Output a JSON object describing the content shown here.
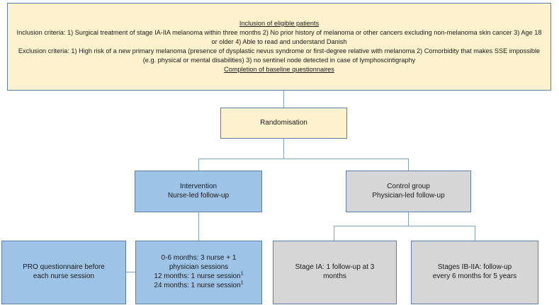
{
  "diagram": {
    "title": "Melanoma follow-up trial flow diagram",
    "colors": {
      "yellow_fill": "#fdf2cd",
      "blue_fill": "#9dc3e6",
      "gray_fill": "#d6d6d6",
      "border": "#5b7fa6",
      "connector": "#7f9fc4",
      "text": "#1a1a1a",
      "background": "#ffffff"
    },
    "nodes": {
      "criteria": {
        "heading": "Inclusion of eligible patients",
        "line_inclusion": "Inclusion criteria: 1) Surgical treatment of stage IA-IIA melanoma within three months 2) No prior history of melanoma or other cancers excluding non-melanoma skin cancer 3) Age 18 or older 4) Able to read and understand Danish",
        "line_exclusion": "Exclusion criteria: 1) High risk of a new primary melanoma (presence of dysplastic nevus syndrome or first-degree relative with melanoma 2) Comorbidity that makes SSE impossible (e.g. physical or mental disabilities) 3) no sentinel node detected in case of lymphoscintigraphy",
        "footer": "Completion of baseline questionnaires"
      },
      "randomisation": {
        "label": "Randomisation"
      },
      "intervention": {
        "line1": "Intervention",
        "line2": "Nurse-led follow-up"
      },
      "control": {
        "line1": "Control group",
        "line2": "Physician-led follow-up"
      },
      "pro_questionnaire": {
        "line1": "PRO questionnaire before",
        "line2": "each nurse session"
      },
      "nurse_sessions": {
        "line1": "0-6 months: 3 nurse + 1",
        "line2": "physician sessions",
        "line3_text": "12 months: 1 nurse session",
        "line3_sup": "1",
        "line4_text": "24 months: 1 nurse session",
        "line4_sup": "1"
      },
      "stage_ia": {
        "line1": "Stage IA: 1 follow-up at 3",
        "line2": "months"
      },
      "stage_ibiia": {
        "line1": "Stages IB-IIA: follow-up",
        "line2": "every 6 months for 5 years"
      }
    }
  }
}
